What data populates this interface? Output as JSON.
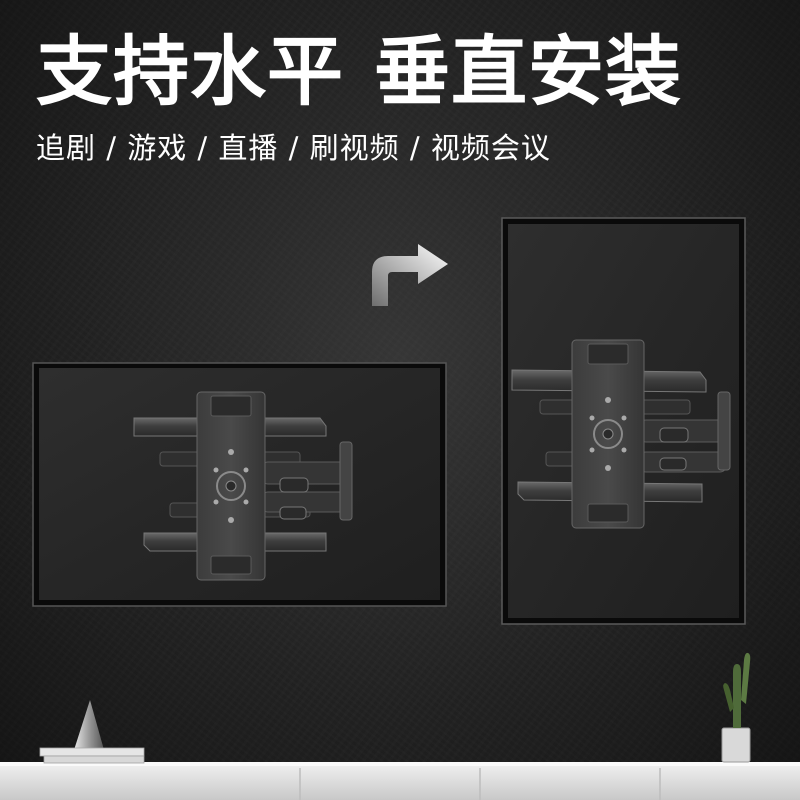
{
  "headline": {
    "part1": "支持水平",
    "part2": "垂直安装"
  },
  "subline": "追剧 / 游戏 / 直播 / 刷视频 / 视频会议",
  "colors": {
    "wall": "#232323",
    "text": "#ffffff",
    "bracket": "#3a3a3a",
    "cabinet": "#dcdcdc"
  },
  "icons": [
    "rotate-arrow-icon"
  ]
}
